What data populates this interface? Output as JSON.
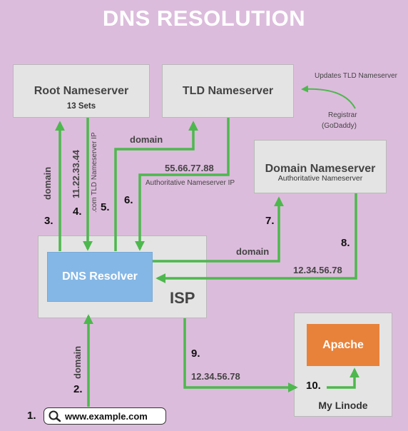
{
  "title": "DNS RESOLUTION",
  "root": {
    "title": "Root Nameserver",
    "subtitle": "13 Sets"
  },
  "tld": {
    "title": "TLD Nameserver"
  },
  "registrar": {
    "updates": "Updates TLD Nameserver",
    "line1": "Registrar",
    "line2": "(GoDaddy)"
  },
  "domain_ns": {
    "title": "Domain Nameserver",
    "subtitle": "Authoritative Nameserver"
  },
  "isp": {
    "label": "ISP",
    "resolver": "DNS Resolver"
  },
  "linode": {
    "label": "My Linode",
    "apache": "Apache"
  },
  "labels": {
    "domain_root": "domain",
    "ip_root": "11.22.33.44",
    "com_tld": ".com TLD Nameserver IP",
    "domain_tld": "domain",
    "ip_tld": "55.66.77.88",
    "auth_ns_ip": "Authoritative Nameserver IP",
    "domain_dns": "domain",
    "ip_dns": "12.34.56.78",
    "domain_user": "domain",
    "ip_linode": "12.34.56.78"
  },
  "steps": [
    "1.",
    "2.",
    "3.",
    "4.",
    "5.",
    "6.",
    "7.",
    "8.",
    "9.",
    "10."
  ],
  "search": {
    "query": "www.example.com"
  },
  "colors": {
    "background": "#dcbcdc",
    "arrow": "#4db84d",
    "resolver": "#84b7e6",
    "apache": "#e8823a",
    "box": "#e4e4e4"
  }
}
